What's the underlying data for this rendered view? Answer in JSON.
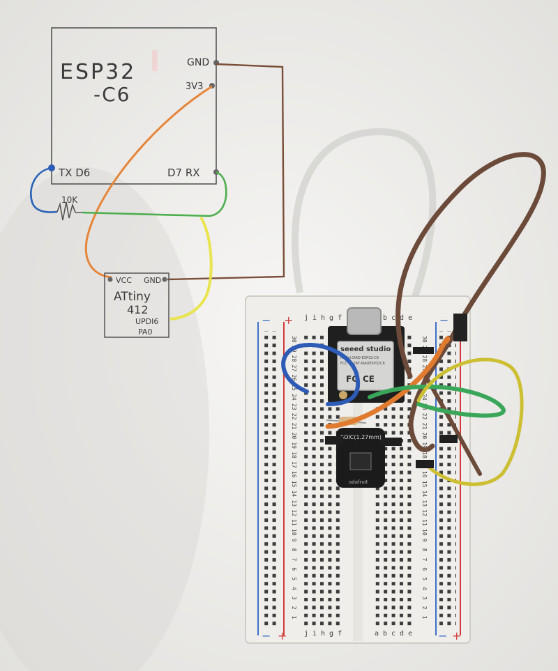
{
  "sketch": {
    "esp_title_line1": "ESP32",
    "esp_title_line2": "-C6",
    "gnd_label": "GND",
    "v33_label": "3V3",
    "tx_label": "TX D6",
    "rx_label": "D7 RX",
    "resistor_label": "10K",
    "attiny_vcc": "VCC",
    "attiny_gnd": "GND",
    "attiny_name_line1": "ATtiny",
    "attiny_name_line2": "412",
    "updi_line1": "UPDI6",
    "updi_line2": "PA0"
  },
  "board": {
    "module_brand": "seeed studio",
    "module_model": "Model:XIAO-ESP32-C6",
    "module_fcc": "FCC ID:Z4T-XIAOESP32C6",
    "module_fc_mark": "FC",
    "module_ce_mark": "CE",
    "adapter_label": "SOIC(1.27mm)",
    "adapter_brand": "adafruit",
    "rail_minus": "−",
    "rail_plus": "+",
    "col_letters_left": "jihgf",
    "col_letters_right": "abcde",
    "row_numbers": [
      "30",
      "29",
      "28",
      "27",
      "26",
      "25",
      "24",
      "23",
      "22",
      "21",
      "20",
      "19",
      "18",
      "17",
      "16",
      "15",
      "14",
      "13",
      "12",
      "11",
      "10",
      "9",
      "8",
      "7",
      "6",
      "5",
      "4",
      "3",
      "2",
      "1"
    ]
  },
  "colors": {
    "brown_wire": "#6b4a3a",
    "orange_wire": "#e07a2e",
    "green_wire": "#3aa65a",
    "blue_wire": "#2d5bb5",
    "yellow_wire": "#d8cf3a",
    "paper": "#f2f1ef",
    "breadboard": "#efeeea"
  }
}
